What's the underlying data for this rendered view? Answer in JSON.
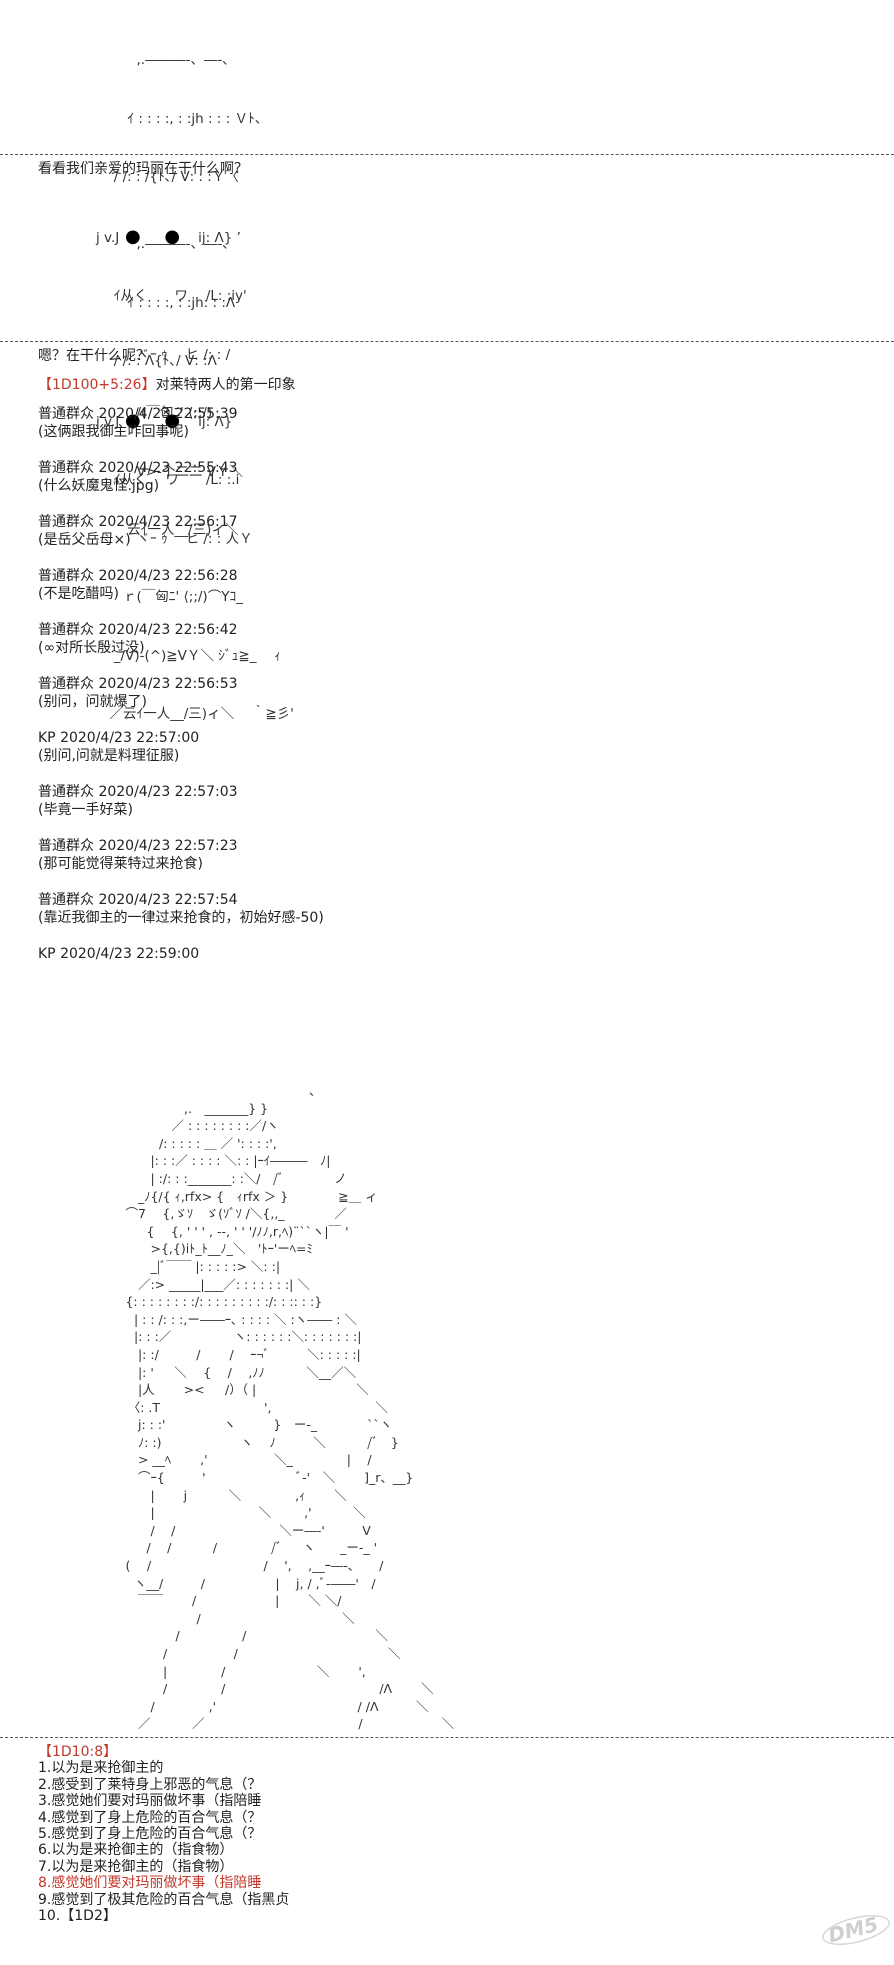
{
  "aa_face_1": [
    "　　　,.―――-、―-､",
    "　　 ｲ : : : :, : :jh : : : Ｖﾄ、",
    "　 / /: : /{ﾄ､/ Ⅴ: : :Ｙ〈",
    "　　 j v.J",
    "　 ｲ从く　　ワ　 /L: :iy'",
    "　　　ヾｰ ｩ　 ヒ /: : /",
    "　　　/(￣匈ﾆ' ⟨;;/)",
    "　　　Ⅴ>-个二二 ⅤＹ＼",
    "　　 云ｲ一人__/三)ィ＼"
  ],
  "aa_face_1_eyes_line": {
    "left": "j v.J",
    "mid": "",
    "right": "ij: Λ} ’"
  },
  "line_1": "看看我们亲爱的玛丽在干什么啊？",
  "aa_face_2": [
    "　　　,.―――-、―-､",
    "　　 ｲ : : : :, : :jh: : :Λ",
    "　 / /: : Λ{ﾄ､/ Ⅴ: :Λ",
    "　　 j v.J",
    "　 ｲ从く　 ワ　　/L: :.i",
    "　　　ヾｰ ｩ　 ヒ /: : 人Ｙ",
    "　　ｒ(￣匈ﾆ' ⟨;;/)⌒Yｺ_",
    "　 _/Ⅴ)-(^)≧ⅤＹ＼ ｼﾞｭ≧_　 ｨ",
    "　／云ｲ一人__/三)ィ＼　 ｀≧彡'"
  ],
  "aa_face_2_eyes_line": {
    "left": "j v.J",
    "right": "ij: Λ}"
  },
  "line_2": "嗯？在干什么呢？",
  "dice_1": {
    "tag": "【1D100+5:26】",
    "text": "对莱特两人的第一印象"
  },
  "chat_log": [
    {
      "header": "普通群众 2020/4/23 22:55:39",
      "message": "(这俩跟我御主咋回事呢)"
    },
    {
      "header": "普通群众 2020/4/23 22:55:43",
      "message": "(什么妖魔鬼怪.jpg)"
    },
    {
      "header": "普通群众 2020/4/23 22:56:17",
      "message": "(是岳父岳母×)"
    },
    {
      "header": "普通群众 2020/4/23 22:56:28",
      "message": "(不是吃醋吗)"
    },
    {
      "header": "普通群众 2020/4/23 22:56:42",
      "message": "(∞对所长殷过没)"
    },
    {
      "header": "普通群众 2020/4/23 22:56:53",
      "message": "(别问，问就爆了)"
    },
    {
      "header": "KP 2020/4/23 22:57:00",
      "message": "(别问,问就是料理征服)"
    },
    {
      "header": "普通群众 2020/4/23 22:57:03",
      "message": "(毕竟一手好菜)"
    },
    {
      "header": "普通群众 2020/4/23 22:57:23",
      "message": "(那可能觉得莱特过来抢食)"
    },
    {
      "header": "普通群众 2020/4/23 22:57:54",
      "message": "(靠近我御主的一律过来抢食的，初始好感-50)"
    }
  ],
  "kp_line": "KP 2020/4/23 22:59:00",
  "aa_figure": [
    "　　　　　　　　　　　　　　　　　　、",
    "　　　　　　　　,.　_______} }",
    "　　　　　　　／ : : : : : : : :／/ヽ",
    "　　　　　　/: : : : : ＿ ／ ': : : :',",
    "　　　　　 |: : :／ : : : : ＼: : |ｰｲ―――　ﾉ|",
    "　　　　　 | :/: : :_______: :＼/　/ﾞ　　　　ノ",
    "　　　　 _ﾉ{/{ ｨ,rfx> {　ｨrfx ＞ }　　　　≧＿ ィ",
    "　　　 ⌒7　 {,ゞｿ　ゞ(ｿﾞｿ /＼{,,_　　　　／",
    "　　　　　{　 {, ' ' ' , -‐, ' ' '/ﾉﾉ,r,ﾍ)¨``ヽ|￣ '",
    "　　　　　 >{,{)ⅰﾄ_ﾄ__ﾉ_＼　'ﾄｰ'ーﾍ=ﾐ",
    "　　　　　 _|ﾞ￣￣ |: : : : :> ＼: :|",
    "　　　　 ／:> _____|___／: : : : : : :| ＼",
    "　　　 {: : : : : : : :/: : : : : : : : :/: : :: : :}",
    "　　　　| : : /: : :,ー――ｰ､ : : : : ＼ :ヽ―― : ＼",
    "　　　　|: : :／　　　　　ヽ: : : : : :＼: : : : : : :|",
    "　　　　 |: :/　　　/　　 /　 ｰ¬ﾞ　　　＼: : : : :|",
    "　　　　 |: ' 　 ＼　 {　 /　 ,ﾉﾉ　　　 ＼__／＼",
    "　　　　 |人　　 >< 　 /）（ |　　　　　　　　＼",
    "　　　　〈: .T　　　　　　　　 ',　　　　　　　　 ＼",
    "　　　　 j: : :'　 　　　 ヽ　　　}　ー-_　　　　``ヽ",
    "　　　　 ﾉ: :)　　　　　　 ヽ　 ﾉ　　　＼　　　 /ﾞ　}",
    "　　　　 > __ﾍ　　 ,'　　　　　 ＼_　　　　 |　 /",
    "　　　　 ⌒ｰ{　　　'　　　　　　　 ﾞ-'　＼　　 ]_r、__}",
    "　　　　　 |　　 j　　　 ＼　　　　 ,ｨ　　 ＼",
    "　　　　　 |　　　　　　　　 ＼ 　　 ,'　　　 ＼",
    "　　　　　 /　 /　　　　　　　　 ＼ー―‐'　　　V",
    "　　　　　/　 /　　　 /　　　　 /ﾞ 　 ヽ　　_ー-_ '",
    "　　　 (　 /　　　　　　　　　/　 ', 　,__ｰ―-､　　/",
    "　　　　ヽ__/　　　/　 　　　　 |　 j, / ,ﾞ-――'　/",
    "　　　　 ￣￣　　 /　　　　　　 |　　 ＼ ＼/",
    "　　　　　　　　　/　　　　　　　　　　　 ＼",
    "　　　　　　　 /　　　　　/　　　　　　　　　　 ＼",
    "　　　　　　 /　　　　　 /　　　　　　　　　　　　＼",
    "　　　　　　 |　　　　 /　　　　　　　 ＼　　 ',",
    "　　　　　　 /　　　　 /　　　　　　　　　　　　 /Λ　　 ＼",
    "　　　　　 /　　　　 ,'　　　　　　　　　　　 / /Λ　　　＼",
    "　　　　 ／　　　 ／　　　　　　　　　　　　 /　　　　　　 ＼"
  ],
  "dice_2": {
    "tag": "【1D10:8】"
  },
  "options": [
    "1.以为是来抢御主的",
    "2.感受到了莱特身上邪恶的气息（？",
    "3.感觉她们要对玛丽做坏事（指陪睡",
    "4.感觉到了身上危险的百合气息（？",
    "5.感觉到了身上危险的百合气息（？",
    "6.以为是来抢御主的（指食物）",
    "7.以为是来抢御主的（指食物）",
    "8.感觉她们要对玛丽做坏事（指陪睡",
    "9.感觉到了极其危险的百合气息（指黑贞",
    "10.【1D2】"
  ],
  "highlight_option_index": 7,
  "watermark_text": "DM5",
  "colors": {
    "dice_tag": "#c0392b",
    "highlight": "#c0392b",
    "text": "#222222",
    "separator": "#555555"
  }
}
